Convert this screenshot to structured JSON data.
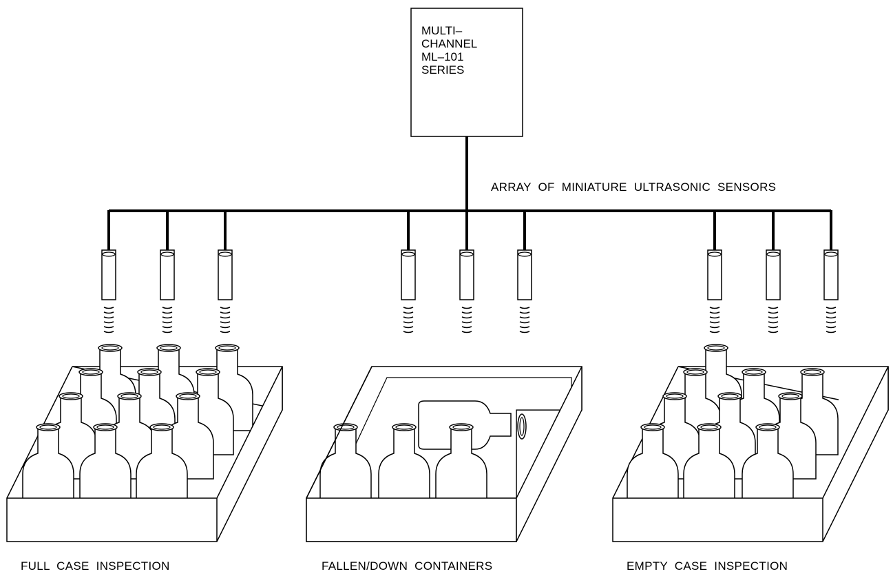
{
  "controller": {
    "lines": [
      "MULTI–",
      "CHANNEL",
      "ML–101",
      "SERIES"
    ]
  },
  "array_label": "ARRAY OF MINIATURE ULTRASONIC SENSORS",
  "captions": {
    "full": "FULL CASE INSPECTION",
    "fallen": "FALLEN/DOWN CONTAINERS",
    "empty": "EMPTY CASE INSPECTION"
  },
  "colors": {
    "line": "#000000",
    "background": "#ffffff"
  }
}
